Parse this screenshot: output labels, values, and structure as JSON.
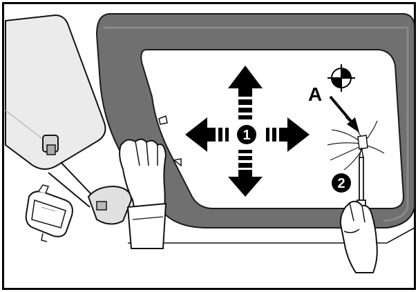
{
  "diagram": {
    "callouts": {
      "step1": "1",
      "step2": "2",
      "pointA": "A"
    },
    "colors": {
      "frame": "#000000",
      "headliner_panel": "#6f6f6f",
      "headliner_shadow": "#4d4d4d",
      "background": "#ffffff",
      "line": "#111111",
      "visor": "#e9e9e9",
      "visor_shade": "#cfcfcf",
      "arrow": "#000000"
    },
    "icons": [
      "crosshair-target-icon",
      "move-arrows-icon",
      "pry-tool-icon"
    ]
  }
}
